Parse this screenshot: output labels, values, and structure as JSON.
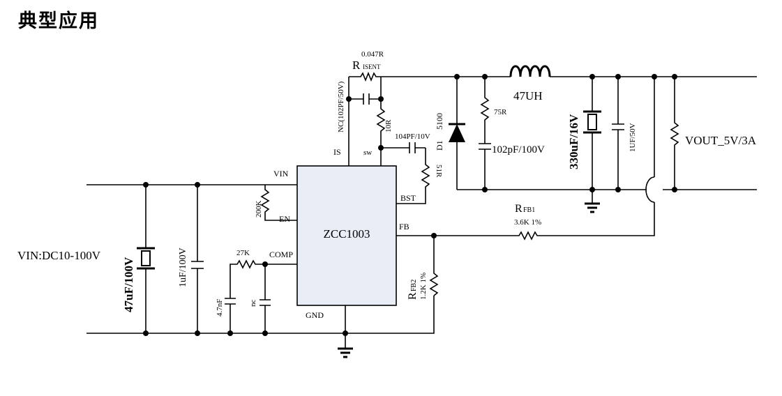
{
  "title": "典型应用",
  "chip": {
    "name": "ZCC1003",
    "fill": "#e8edf6"
  },
  "pins": {
    "vin": "VIN",
    "en": "EN",
    "comp": "COMP",
    "is": "IS",
    "sw": "sw",
    "bst": "BST",
    "fb": "FB",
    "gnd": "GND"
  },
  "labels": {
    "vin_text": "VIN:DC10-100V",
    "c_in_bulk": "47uF/100V",
    "c_in_ceramic": "1uF/100V",
    "r_en": "200K",
    "r_comp": "27K",
    "c_comp": "4.7nF",
    "c_nc": "nc",
    "r_isent_value": "0.047R",
    "r_isent_r": "R",
    "r_isent_sub": "ISENT",
    "c_nc_is": "NC(102PF/50V)",
    "r_10r": "10R",
    "c_bst": "104PF/10V",
    "r_bst": "51R",
    "diode_name": "D1",
    "diode_part": "5100",
    "r_snub": "75R",
    "c_snub": "102pF/100V",
    "inductor": "47UH",
    "c_out_bulk": "330uF/16V",
    "c_out_ceramic": "1UF/50V",
    "vout": "VOUT_5V/3A",
    "rfb1_r": "R",
    "rfb1_sub": "FB1",
    "rfb1_val": "3.6K  1%",
    "rfb2_r": "R",
    "rfb2_sub": "FB2",
    "rfb2_val": "1.2K  1%"
  }
}
